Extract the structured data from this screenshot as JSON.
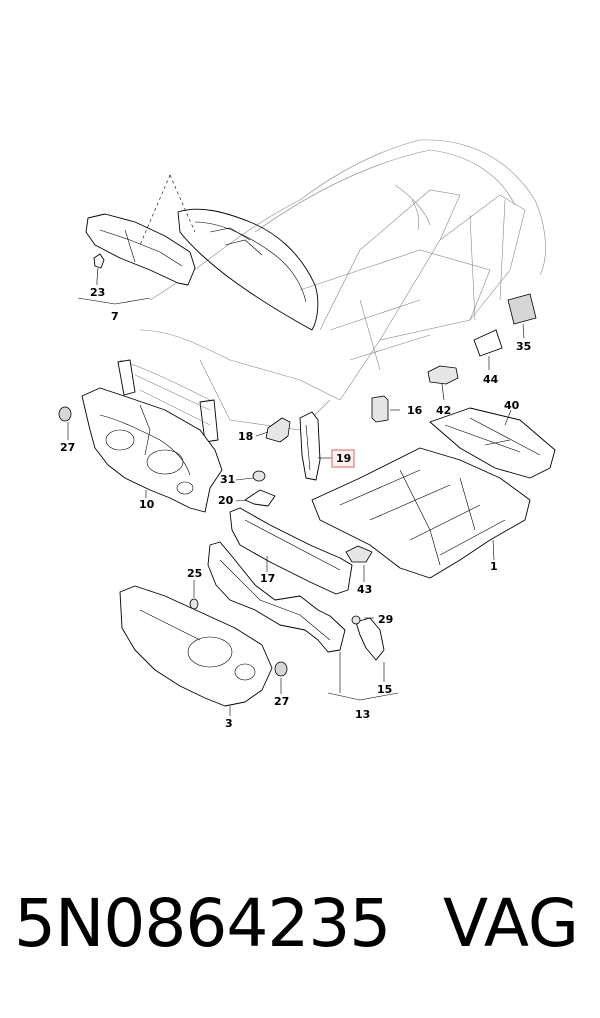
{
  "diagram": {
    "callouts": [
      "1",
      "3",
      "7",
      "10",
      "13",
      "15",
      "16",
      "17",
      "18",
      "19",
      "20",
      "23",
      "25",
      "27",
      "27",
      "29",
      "31",
      "35",
      "40",
      "42",
      "43",
      "44"
    ],
    "highlighted_callout": "19",
    "highlight_color": "#e07b7b"
  },
  "footer": {
    "part_number": "5N0864235",
    "brand": "VAG"
  }
}
